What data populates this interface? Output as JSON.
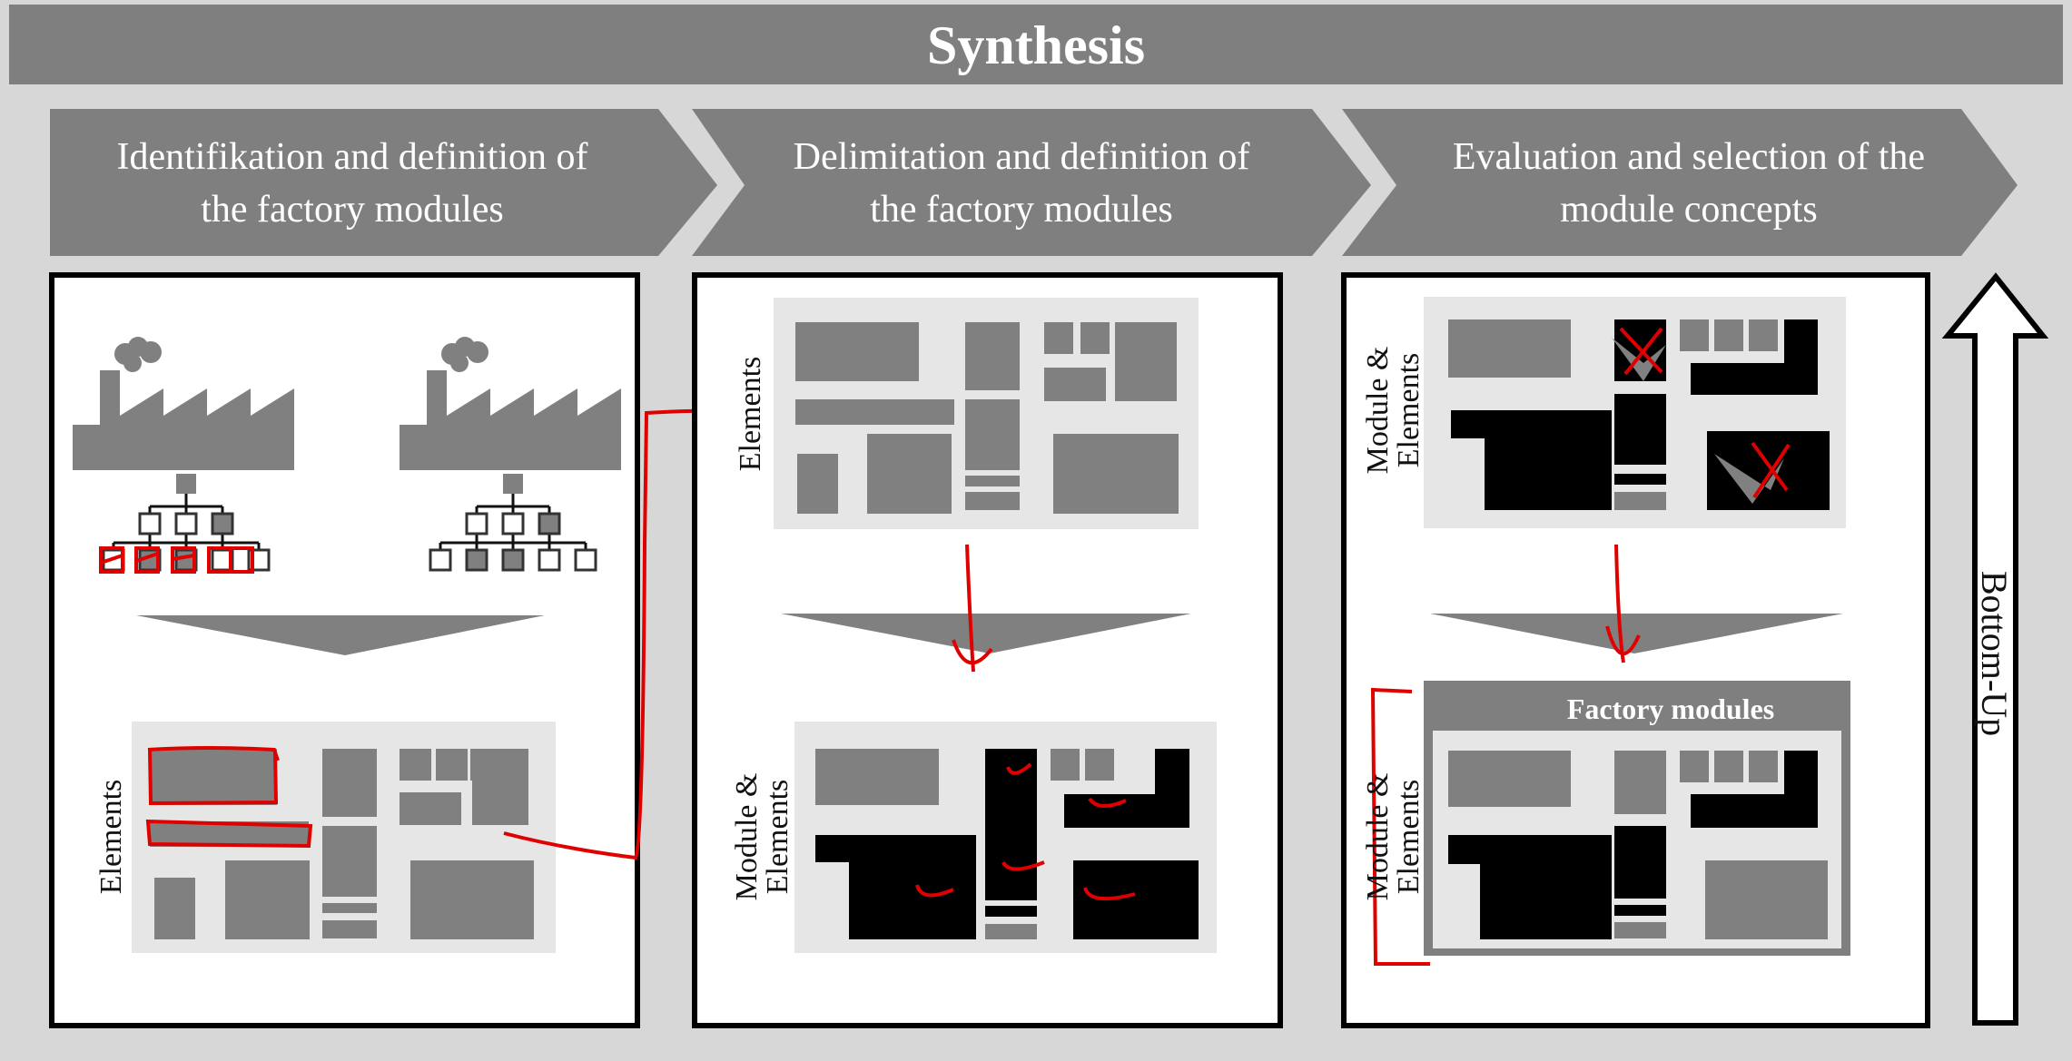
{
  "title": "Synthesis",
  "steps": [
    {
      "line1": "Identifikation and definition of",
      "line2": "the factory modules"
    },
    {
      "line1": "Delimitation and definition of",
      "line2": "the factory modules"
    },
    {
      "line1": "Evaluation and selection of the",
      "line2": "module concepts"
    }
  ],
  "panel1": {
    "elements_label": "Elements"
  },
  "panel2": {
    "top_label": "Elements",
    "bottom_label_line1": "Module &",
    "bottom_label_line2": "Elements"
  },
  "panel3": {
    "top_label_line1": "Module &",
    "top_label_line2": "Elements",
    "bottom_label_line1": "Module &",
    "bottom_label_line2": "Elements",
    "factory_modules_title": "Factory modules"
  },
  "side_arrow_label": "Bottom-Up",
  "colors": {
    "background": "#d7d7d7",
    "header": "#7f7f7f",
    "element_gray": "#808080",
    "module_black": "#000000",
    "annotation_red": "#e00000"
  }
}
